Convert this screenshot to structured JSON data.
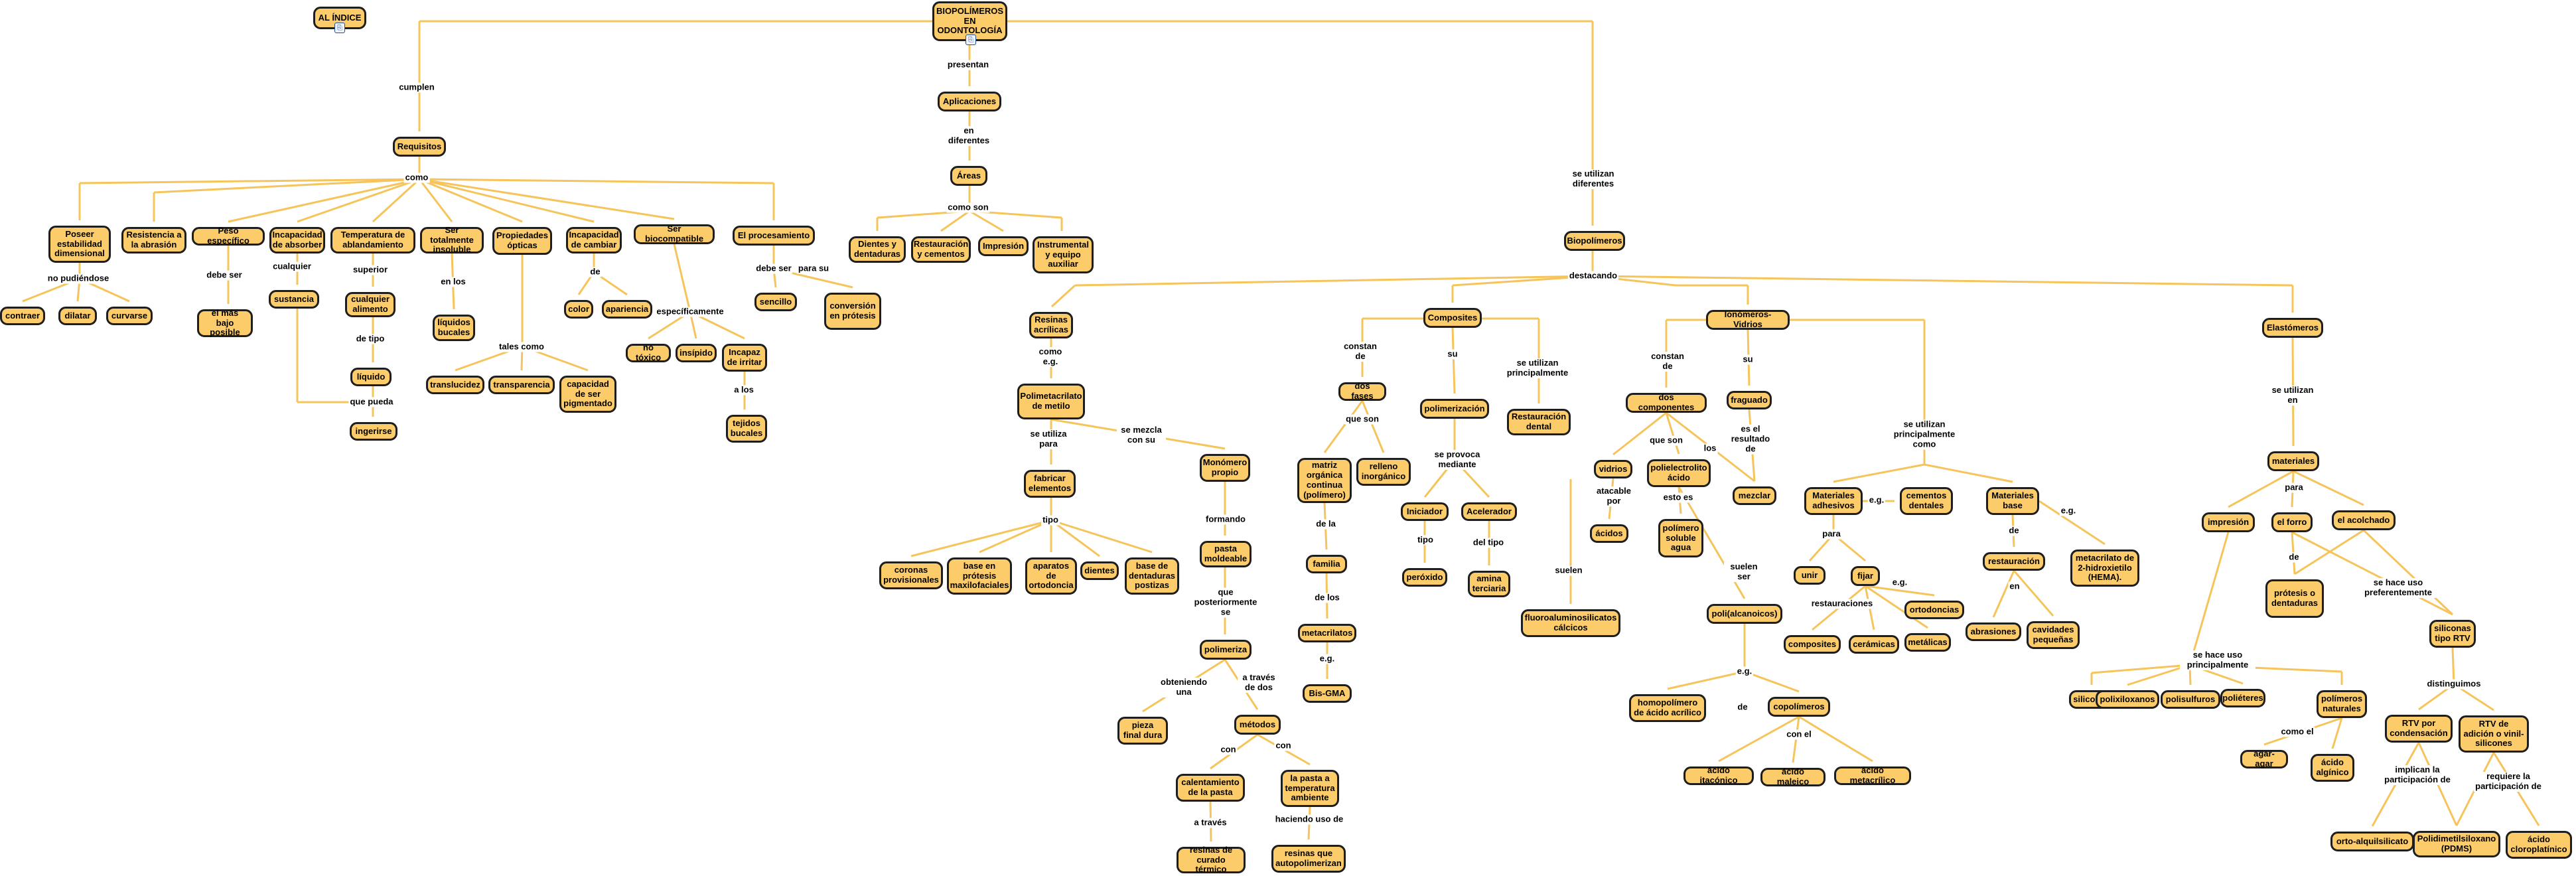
{
  "colors": {
    "node_fill": "#fccc6a",
    "node_border": "#1e1e1e",
    "edge": "#f5c45a"
  },
  "nodes": {
    "root": "BIOPOLÍMEROS EN ODONTOLOGÍA",
    "indice": "AL ÍNDICE",
    "requisitos": "Requisitos",
    "poseer": "Poseer estabilidad dimensional",
    "contraer": "contraer",
    "dilatar": "dilatar",
    "curvarse": "curvarse",
    "resistencia": "Resistencia a la abrasión",
    "peso": "Peso específico",
    "masbajo": "el más bajo posible",
    "incapacidad": "Incapacidad de absorber",
    "sustancia": "sustancia",
    "temperatura": "Temperatura de ablandamiento",
    "cualquier_alimento": "cualquier alimento",
    "liquido": "líquido",
    "ingerirse": "ingerirse",
    "insoluble": "Ser totalmente insoluble",
    "liquidos_bucales": "líquidos bucales",
    "propiedades": "Propiedades ópticas",
    "translucidez": "translucidez",
    "transparencia": "transparencia",
    "capacidad": "capacidad de ser pigmentado",
    "incapacidad_cambiar": "Incapacidad de cambiar",
    "color": "color",
    "apariencia": "apariencia",
    "biocompatible": "Ser biocompatible",
    "notoxico": "no tóxico",
    "insipido": "insípido",
    "incapaz_irritar": "Incapaz de irritar",
    "tejidos_bucales": "tejidos bucales",
    "procesamiento": "El procesamiento",
    "sencillo": "sencillo",
    "conversion": "conversión en prótesis",
    "aplicaciones": "Aplicaciones",
    "areas": "Áreas",
    "dientes_dentaduras": "Dientes y dentaduras",
    "restauracion_cementos": "Restauración y cementos",
    "impresion_area": "Impresión",
    "instrumental": "Instrumental y equipo auxiliar",
    "biopolimeros": "Biopolímeros",
    "resinas": "Resinas acrílicas",
    "pmm": "Polimetacrilato de metilo",
    "fabricar": "fabricar elementos",
    "coronas": "coronas provisionales",
    "base_protesis": "base en prótesis maxilofaciales",
    "aparatos": "aparatos de ortodoncia",
    "dientes": "dientes",
    "base_dentaduras": "base de dentaduras postizas",
    "monomero": "Monómero propio",
    "pasta": "pasta moldeable",
    "polimeriza": "polimeriza",
    "pieza_final": "pieza final dura",
    "metodos": "métodos",
    "calentamiento": "calentamiento de la pasta",
    "resinas_termico": "resinas de curado térmico",
    "pasta_temp": "la pasta a temperatura ambiente",
    "resinas_auto": "resinas que autopolimerizan",
    "composites": "Composites",
    "dos_fases": "dos fases",
    "matriz": "matriz orgánica continua (polímero)",
    "relleno": "relleno inorgánico",
    "familia": "familia",
    "metacrilatos": "metacrilatos",
    "bisgma": "Bis-GMA",
    "polimerizacion": "polimerización",
    "iniciador": "Iniciador",
    "peroxido": "peróxido",
    "acelerador": "Acelerador",
    "amina": "amina terciaria",
    "restauracion_dental": "Restauración dental",
    "ionomeros": "Ionómeros-Vidrios",
    "dos_componentes": "dos componentes",
    "vidrios": "vidrios",
    "acidos": "ácidos",
    "polielectrolito": "polielectrolito ácido",
    "polimero_soluble": "polímero soluble agua",
    "fluoro": "fluoroaluminosilicatos cálcicos",
    "fraguado": "fraguado",
    "mezclar": "mezclar",
    "poli_alcanoicos": "poli(alcanoicos)",
    "homopolimero": "homopolímero de ácido acrílico",
    "copolimeros": "copolímeros",
    "itaconico": "ácido itacónico",
    "maleico": "ácido maleico",
    "metacrilico": "ácido metacrílico",
    "mat_adhesivos": "Materiales adhesivos",
    "cementos_dentales": "cementos dentales",
    "unir": "unir",
    "fijar": "fijar",
    "ortodoncias": "ortodoncias",
    "composites2": "composites",
    "ceramicas": "cerámicas",
    "metalicas": "metálicas",
    "mat_base": "Materiales base",
    "restauracion": "restauración",
    "abrasiones": "abrasiones",
    "cavidades": "cavidades pequeñas",
    "hema": "metacrilato de 2-hidroxietilo (HEMA).",
    "elastomeros": "Elastómeros",
    "materiales": "materiales",
    "impresion": "impresión",
    "forro": "el forro",
    "acolchado": "el acolchado",
    "protesis_dentaduras": "prótesis o dentaduras",
    "siliconas_rtv": "siliconas tipo RTV",
    "siliconas": "siliconas",
    "polixiloxanos": "polixiloxanos",
    "polisulfuros": "polisulfuros",
    "polieteres": "poliéteres",
    "polimeros_naturales": "polímeros naturales",
    "agar": "agar-agar",
    "alginico": "ácido algínico",
    "rtv_condensacion": "RTV por condensación",
    "rtv_adicion": "RTV de adición o vinil-silicones",
    "orto": "orto-alquilsilicato",
    "pdms": "Polidimetilsiloxano (PDMS)",
    "cloroplatinico": "ácido cloroplatínico"
  },
  "labels": {
    "cumplen": "cumplen",
    "presentan": "presentan",
    "en_diferentes": "en diferentes",
    "como_son": "como son",
    "se_utilizan_diferentes": "se utilizan diferentes",
    "como": "como",
    "no_pudiendose": "no pudiéndose",
    "debe_ser": "debe ser",
    "cualquier": "cualquier",
    "superior": "superior",
    "de_tipo": "de tipo",
    "que_pueda": "que pueda",
    "en_los": "en los",
    "tales_como": "tales como",
    "de": "de",
    "especificamente": "específicamente",
    "a_los": "a los",
    "debe_ser2": "debe ser",
    "para_su": "para su",
    "destacando": "destacando",
    "como_eg": "como e.g.",
    "se_utiliza_para": "se utiliza para",
    "se_mezcla_con_su": "se mezcla con su",
    "tipo": "tipo",
    "formando": "formando",
    "que_posteriormente_se": "que posteriormente se",
    "obteniendo_una": "obteniendo una",
    "a_traves_de_dos": "a través de dos",
    "con1": "con",
    "con2": "con",
    "a_traves": "a través",
    "haciendo_uso_de": "haciendo uso de",
    "constan_de": "constan de",
    "que_son": "que son",
    "de_la": "de la",
    "de_los": "de los",
    "eg1": "e.g.",
    "su": "su",
    "se_provoca_mediante": "se provoca mediante",
    "tipo2": "tipo",
    "del_tipo": "del tipo",
    "se_utilizan_principalmente": "se utilizan principalmente",
    "constan_de2": "constan de",
    "que_son2": "que son",
    "los": "los",
    "atacable_por": "atacable por",
    "esto_es": "esto es",
    "suelen": "suelen",
    "suelen_ser": "suelen ser",
    "eg2": "e.g.",
    "de2": "de",
    "con_el": "con el",
    "su2": "su",
    "es_el_resultado_de": "es el resultado de",
    "se_utilizan_principalmente_como": "se utilizan principalmente como",
    "eg3": "e.g.",
    "para": "para",
    "eg4": "e.g.",
    "restauraciones": "restauraciones",
    "de3": "de",
    "en": "en",
    "eg5": "e.g.",
    "se_utilizan_en": "se utilizan en",
    "para2": "para",
    "de4": "de",
    "se_hace_uso_preferentemente": "se hace uso preferentemente",
    "se_hace_uso_principalmente": "se hace uso principalmente",
    "como_el": "como el",
    "distinguimos": "distinguimos",
    "implican_la_participacion_de": "implican la participación de",
    "requiere_la_participacion_de": "requiere la participación de"
  }
}
